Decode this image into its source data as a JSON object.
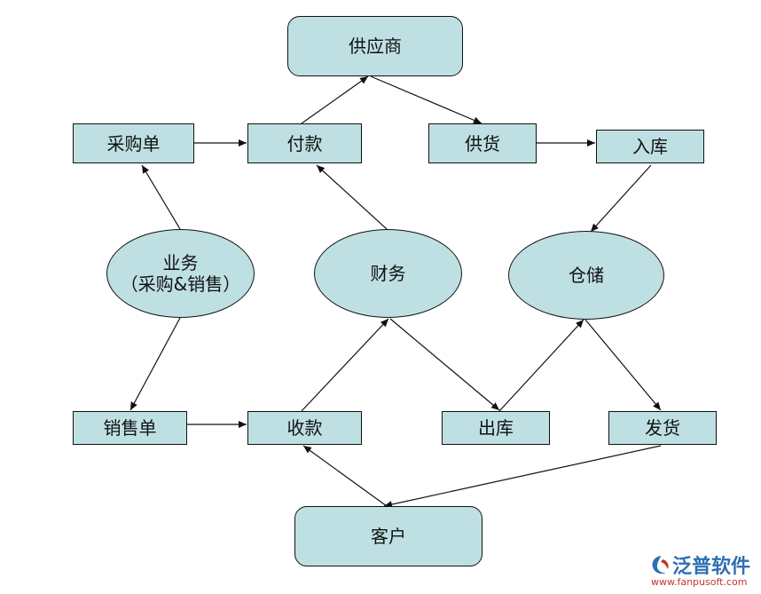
{
  "nodes": {
    "supplier": "供应商",
    "purchase_order": "采购单",
    "payment": "付款",
    "supply_goods": "供货",
    "stock_in": "入库",
    "business": {
      "line1": "业务",
      "line2": "（采购&销售）"
    },
    "finance": "财务",
    "warehouse": "仓储",
    "sales_order": "销售单",
    "receipt": "收款",
    "stock_out": "出库",
    "shipment": "发货",
    "customer": "客户"
  },
  "logo": {
    "name": "泛普软件",
    "url": "www.fanpusoft.com"
  },
  "colors": {
    "node_fill": "#bfe0e3",
    "outline": "#111111",
    "logo_blue": "#2f6fb5",
    "logo_red": "#c2362f"
  }
}
